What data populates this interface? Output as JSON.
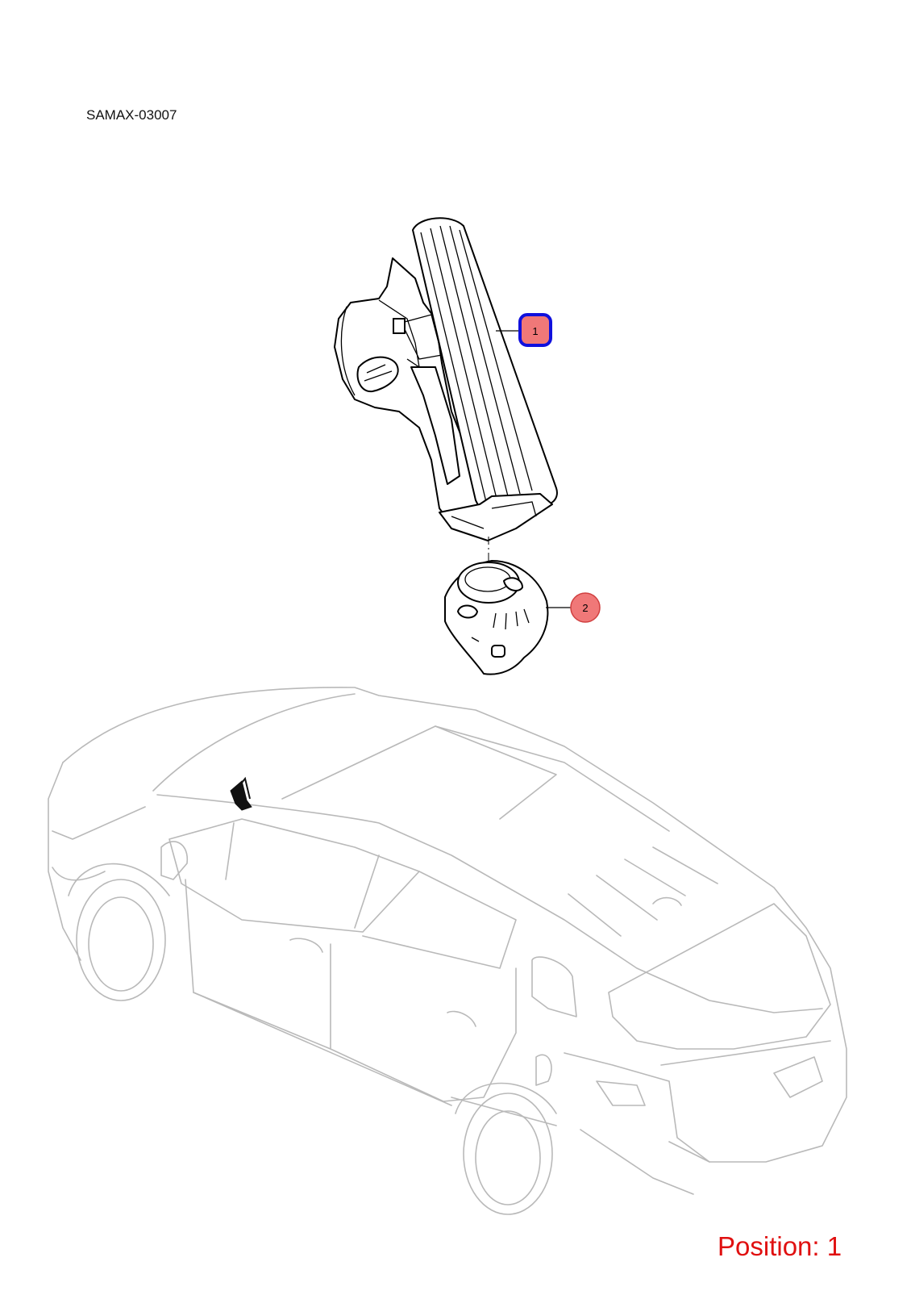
{
  "diagram": {
    "code": "SAMAX-03007",
    "position_text": "Position: 1",
    "position_color": "#e01010",
    "callouts": [
      {
        "label": "1",
        "selected": true,
        "fill": "#f07878",
        "border": "#1010dd"
      },
      {
        "label": "2",
        "selected": false,
        "fill": "#f07878",
        "border": "#d04040"
      }
    ]
  }
}
